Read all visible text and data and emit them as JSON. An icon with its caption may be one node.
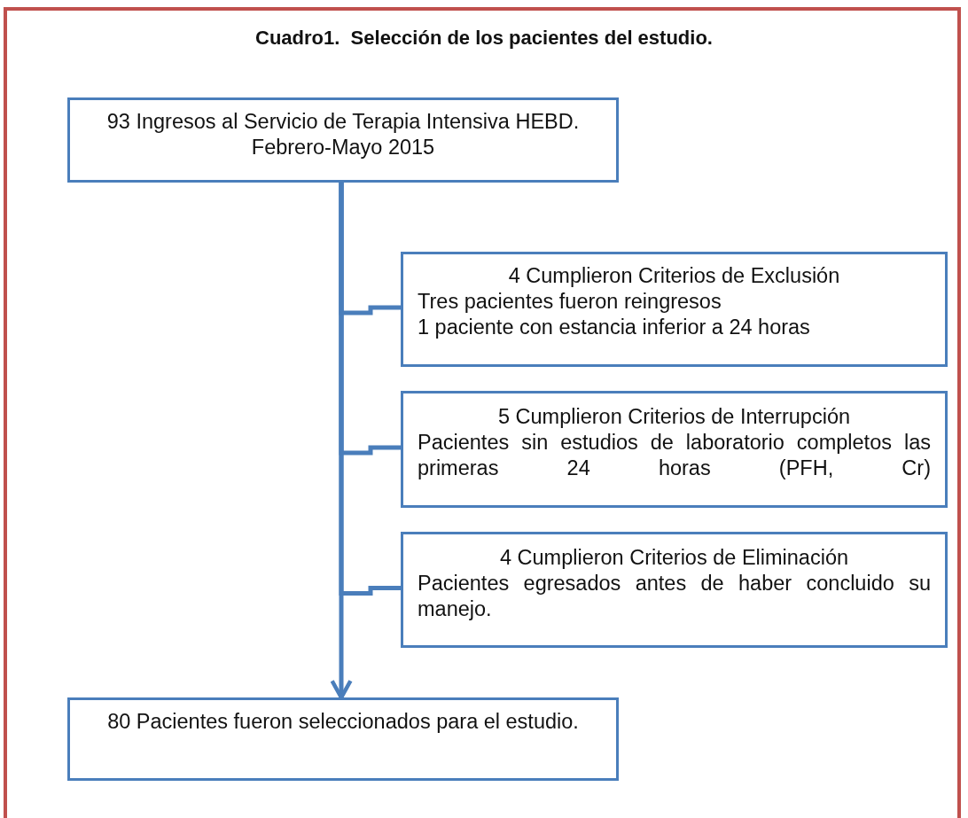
{
  "diagram": {
    "title": "Cuadro1.  Selección de los pacientes del estudio.",
    "nodes": [
      {
        "text": [
          "93 Ingresos al Servicio de Terapia Intensiva HEBD. Febrero-Mayo 2015"
        ]
      },
      {
        "text": [
          "4 Cumplieron Criterios de Exclusión",
          "Tres pacientes fueron reingresos",
          "1 paciente con estancia inferior a 24 horas"
        ]
      },
      {
        "text": [
          "5 Cumplieron Criterios de Interrupción",
          "Pacientes sin estudios de laboratorio completos las primeras 24 horas (PFH, Cr)"
        ]
      },
      {
        "text": [
          "4 Cumplieron Criterios de Eliminación",
          "Pacientes egresados antes de haber concluido su manejo."
        ]
      },
      {
        "text": [
          "80 Pacientes fueron seleccionados para el estudio."
        ]
      }
    ],
    "edges": [
      {
        "from": 0,
        "to": 4,
        "arrow": "to"
      },
      {
        "from": 0,
        "to": 1,
        "arrow": "none"
      },
      {
        "from": 0,
        "to": 2,
        "arrow": "none"
      },
      {
        "from": 0,
        "to": 3,
        "arrow": "none"
      }
    ]
  }
}
